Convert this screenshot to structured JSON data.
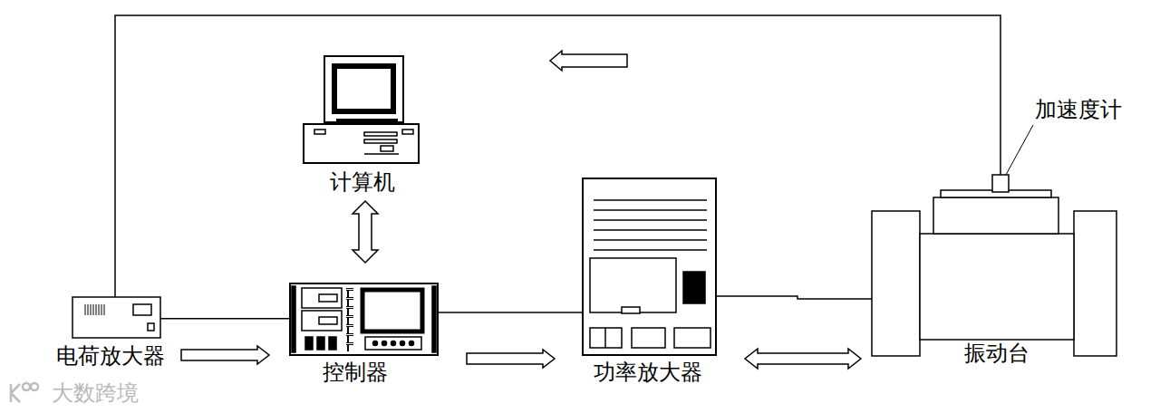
{
  "diagram": {
    "nodes": [
      {
        "text": [
          "计算机"
        ]
      },
      {
        "text": [
          "电荷放大器"
        ]
      },
      {
        "text": [
          "控制器"
        ]
      },
      {
        "text": [
          "功率放大器"
        ]
      },
      {
        "text": [
          "振动台"
        ]
      },
      {
        "text": [
          "加速度计"
        ]
      }
    ],
    "edges": [
      {
        "from": 1,
        "to": 2,
        "arrow": "to"
      },
      {
        "from": 2,
        "to": 3,
        "arrow": "to"
      },
      {
        "from": 3,
        "to": 4,
        "arrow": "both"
      },
      {
        "from": 0,
        "to": 2,
        "arrow": "both"
      },
      {
        "from": 5,
        "to": 1,
        "arrow": "to"
      }
    ],
    "labels": [
      "大数跨境"
    ]
  }
}
